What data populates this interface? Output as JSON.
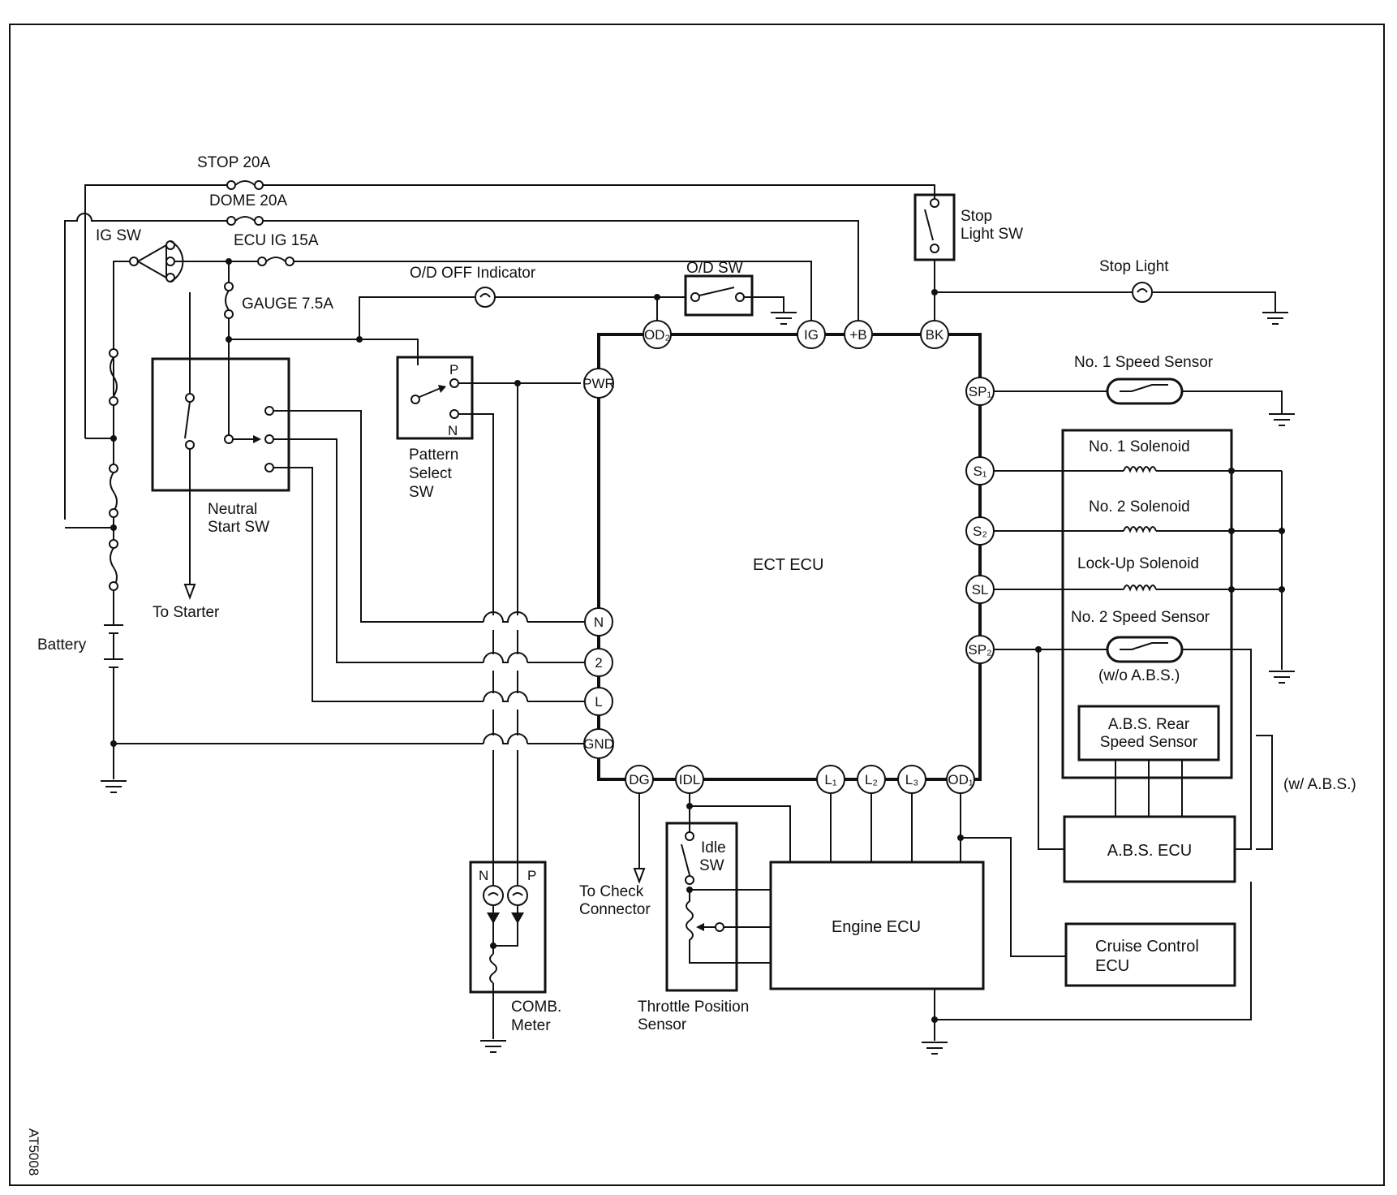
{
  "fuses": {
    "stop": "STOP 20A",
    "dome": "DOME 20A",
    "ecu_ig": "ECU IG 15A",
    "gauge": "GAUGE 7.5A"
  },
  "labels": {
    "ig_sw": "IG SW",
    "od_off_indicator": "O/D OFF Indicator",
    "od_sw": "O/D SW",
    "stop_light_sw": [
      "Stop",
      "Light SW"
    ],
    "stop_light": "Stop Light",
    "no1_speed_sensor": "No. 1 Speed Sensor",
    "no1_solenoid": "No. 1 Solenoid",
    "no2_solenoid": "No. 2 Solenoid",
    "lockup_solenoid": "Lock-Up Solenoid",
    "no2_speed_sensor": "No. 2 Speed Sensor",
    "wo_abs": "(w/o A.B.S.)",
    "abs_rear_speed_sensor": [
      "A.B.S. Rear",
      "Speed Sensor"
    ],
    "w_abs": "(w/ A.B.S.)",
    "abs_ecu": "A.B.S. ECU",
    "cruise_control_ecu": [
      "Cruise Control",
      "ECU"
    ],
    "engine_ecu": "Engine ECU",
    "ect_ecu": "ECT ECU",
    "neutral_start_sw": [
      "Neutral",
      "Start SW"
    ],
    "pattern_select_sw": [
      "Pattern",
      "Select",
      "SW"
    ],
    "to_starter": "To Starter",
    "battery": "Battery",
    "to_check_connector": [
      "To Check",
      "Connector"
    ],
    "idle_sw": [
      "Idle",
      "SW"
    ],
    "throttle_position_sensor": [
      "Throttle Position",
      "Sensor"
    ],
    "comb_meter": [
      "COMB.",
      "Meter"
    ],
    "pattern_p": "P",
    "pattern_n": "N",
    "meter_n": "N",
    "meter_p": "P",
    "figure_code": "AT5008"
  },
  "terminals": {
    "od2": "OD₂",
    "ig": "IG",
    "plus_b": "+B",
    "bk": "BK",
    "pwr": "PWR",
    "sp1": "SP₁",
    "s1": "S₁",
    "s2": "S₂",
    "sl": "SL",
    "sp2": "SP₂",
    "n": "N",
    "two": "2",
    "l": "L",
    "gnd": "GND",
    "dg": "DG",
    "idl": "IDL",
    "l1": "L₁",
    "l2": "L₂",
    "l3": "L₃",
    "od1": "OD₁"
  }
}
